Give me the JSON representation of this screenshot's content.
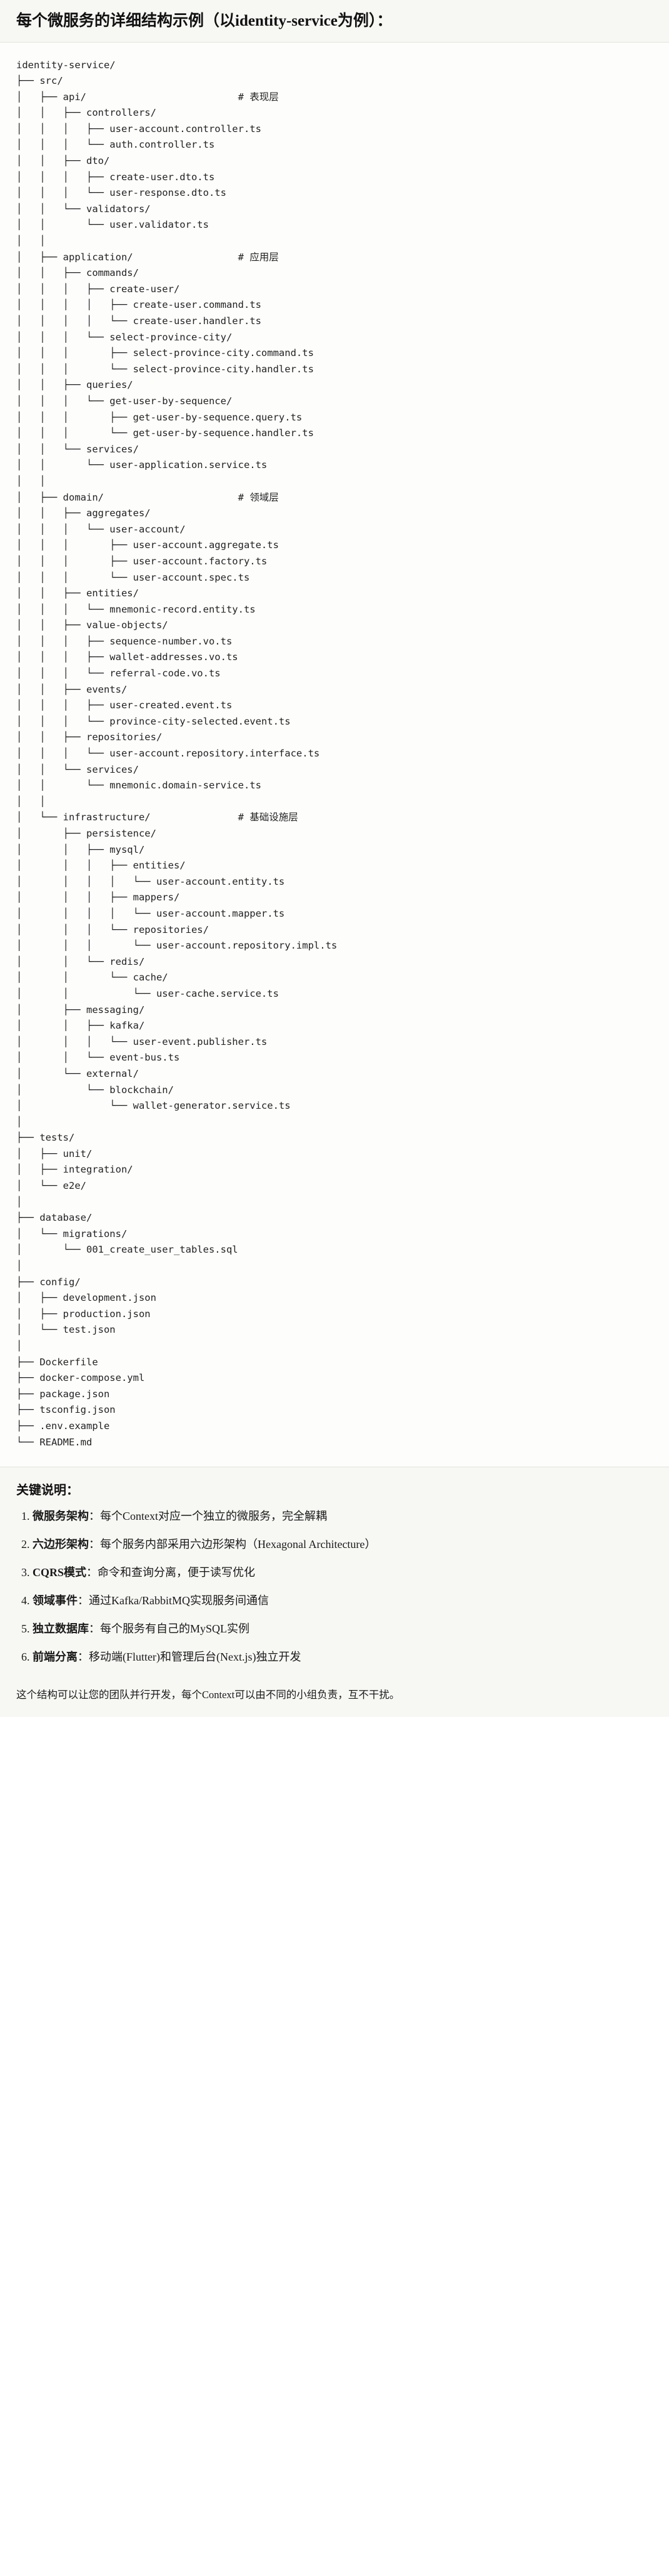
{
  "header": {
    "title": "每个微服务的详细结构示例（以identity-service为例）："
  },
  "tree": {
    "root": "identity-service/",
    "text": "identity-service/\n├── src/\n│   ├── api/                          # 表现层\n│   │   ├── controllers/\n│   │   │   ├── user-account.controller.ts\n│   │   │   └── auth.controller.ts\n│   │   ├── dto/\n│   │   │   ├── create-user.dto.ts\n│   │   │   └── user-response.dto.ts\n│   │   └── validators/\n│   │       └── user.validator.ts\n│   │\n│   ├── application/                  # 应用层\n│   │   ├── commands/\n│   │   │   ├── create-user/\n│   │   │   │   ├── create-user.command.ts\n│   │   │   │   └── create-user.handler.ts\n│   │   │   └── select-province-city/\n│   │   │       ├── select-province-city.command.ts\n│   │   │       └── select-province-city.handler.ts\n│   │   ├── queries/\n│   │   │   └── get-user-by-sequence/\n│   │   │       ├── get-user-by-sequence.query.ts\n│   │   │       └── get-user-by-sequence.handler.ts\n│   │   └── services/\n│   │       └── user-application.service.ts\n│   │\n│   ├── domain/                       # 领域层\n│   │   ├── aggregates/\n│   │   │   └── user-account/\n│   │   │       ├── user-account.aggregate.ts\n│   │   │       ├── user-account.factory.ts\n│   │   │       └── user-account.spec.ts\n│   │   ├── entities/\n│   │   │   └── mnemonic-record.entity.ts\n│   │   ├── value-objects/\n│   │   │   ├── sequence-number.vo.ts\n│   │   │   ├── wallet-addresses.vo.ts\n│   │   │   └── referral-code.vo.ts\n│   │   ├── events/\n│   │   │   ├── user-created.event.ts\n│   │   │   └── province-city-selected.event.ts\n│   │   ├── repositories/\n│   │   │   └── user-account.repository.interface.ts\n│   │   └── services/\n│   │       └── mnemonic.domain-service.ts\n│   │\n│   └── infrastructure/               # 基础设施层\n│       ├── persistence/\n│       │   ├── mysql/\n│       │   │   ├── entities/\n│       │   │   │   └── user-account.entity.ts\n│       │   │   ├── mappers/\n│       │   │   │   └── user-account.mapper.ts\n│       │   │   └── repositories/\n│       │   │       └── user-account.repository.impl.ts\n│       │   └── redis/\n│       │       └── cache/\n│       │           └── user-cache.service.ts\n│       ├── messaging/\n│       │   ├── kafka/\n│       │   │   └── user-event.publisher.ts\n│       │   └── event-bus.ts\n│       └── external/\n│           └── blockchain/\n│               └── wallet-generator.service.ts\n│\n├── tests/\n│   ├── unit/\n│   ├── integration/\n│   └── e2e/\n│\n├── database/\n│   └── migrations/\n│       └── 001_create_user_tables.sql\n│\n├── config/\n│   ├── development.json\n│   ├── production.json\n│   └── test.json\n│\n├── Dockerfile\n├── docker-compose.yml\n├── package.json\n├── tsconfig.json\n├── .env.example\n└── README.md"
  },
  "notes": {
    "title": "关键说明：",
    "items": [
      {
        "term": "微服务架构",
        "desc": "：每个Context对应一个独立的微服务，完全解耦"
      },
      {
        "term": "六边形架构",
        "desc": "：每个服务内部采用六边形架构（Hexagonal Architecture）"
      },
      {
        "term": "CQRS模式",
        "desc": "：命令和查询分离，便于读写优化"
      },
      {
        "term": "领域事件",
        "desc": "：通过Kafka/RabbitMQ实现服务间通信"
      },
      {
        "term": "独立数据库",
        "desc": "：每个服务有自己的MySQL实例"
      },
      {
        "term": "前端分离",
        "desc": "：移动端(Flutter)和管理后台(Next.js)独立开发"
      }
    ]
  },
  "closing": {
    "text": "这个结构可以让您的团队并行开发，每个Context可以由不同的小组负责，互不干扰。"
  }
}
